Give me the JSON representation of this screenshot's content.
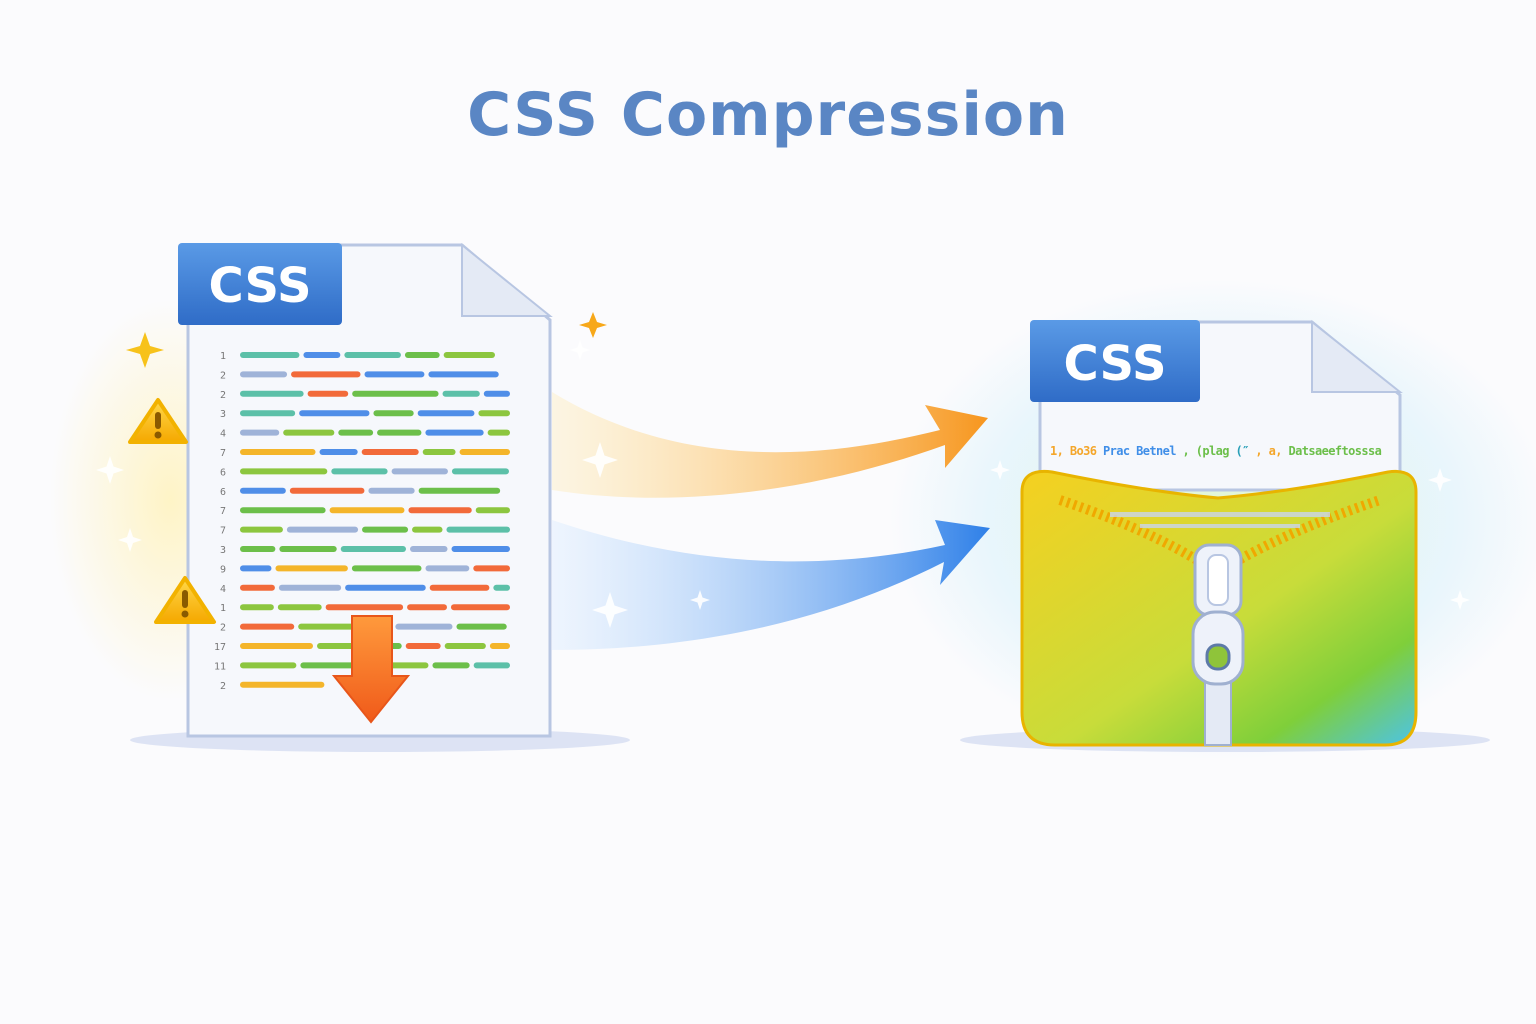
{
  "title": "CSS Compression",
  "source_file": {
    "tag": "CSS",
    "line_numbers": [
      "1",
      "2",
      "2",
      "3",
      "4",
      "7",
      "6",
      "6",
      "7",
      "7",
      "3",
      "9",
      "4",
      "1",
      "2",
      "17",
      "11",
      "2"
    ],
    "warning_icon_count": 2
  },
  "compressed_file": {
    "tag": "CSS",
    "minified_tokens": [
      {
        "text": "1, Bo36",
        "color": "#f4a62a"
      },
      {
        "text": "Prac Betnel",
        "color": "#3f8ee8"
      },
      {
        "text": ", (plag",
        "color": "#6cbf4a"
      },
      {
        "text": "(″",
        "color": "#2aa0b8"
      },
      {
        "text": ", a,",
        "color": "#f4a62a"
      },
      {
        "text": "Datsaeeftosssa",
        "color": "#6cbf4a"
      }
    ]
  },
  "colors": {
    "title": "#5a86c4",
    "tag_blue": "#3e7fd6",
    "arrow_orange": "#f7961e",
    "arrow_blue": "#3f8ee8",
    "zip_yellow": "#f5c518",
    "zip_green": "#7fcf3a",
    "zip_cyan": "#4cc3e8"
  },
  "icons": [
    "warning-icon",
    "down-arrow-icon",
    "sparkle-icon",
    "zipper-icon",
    "flow-arrow-icon"
  ]
}
